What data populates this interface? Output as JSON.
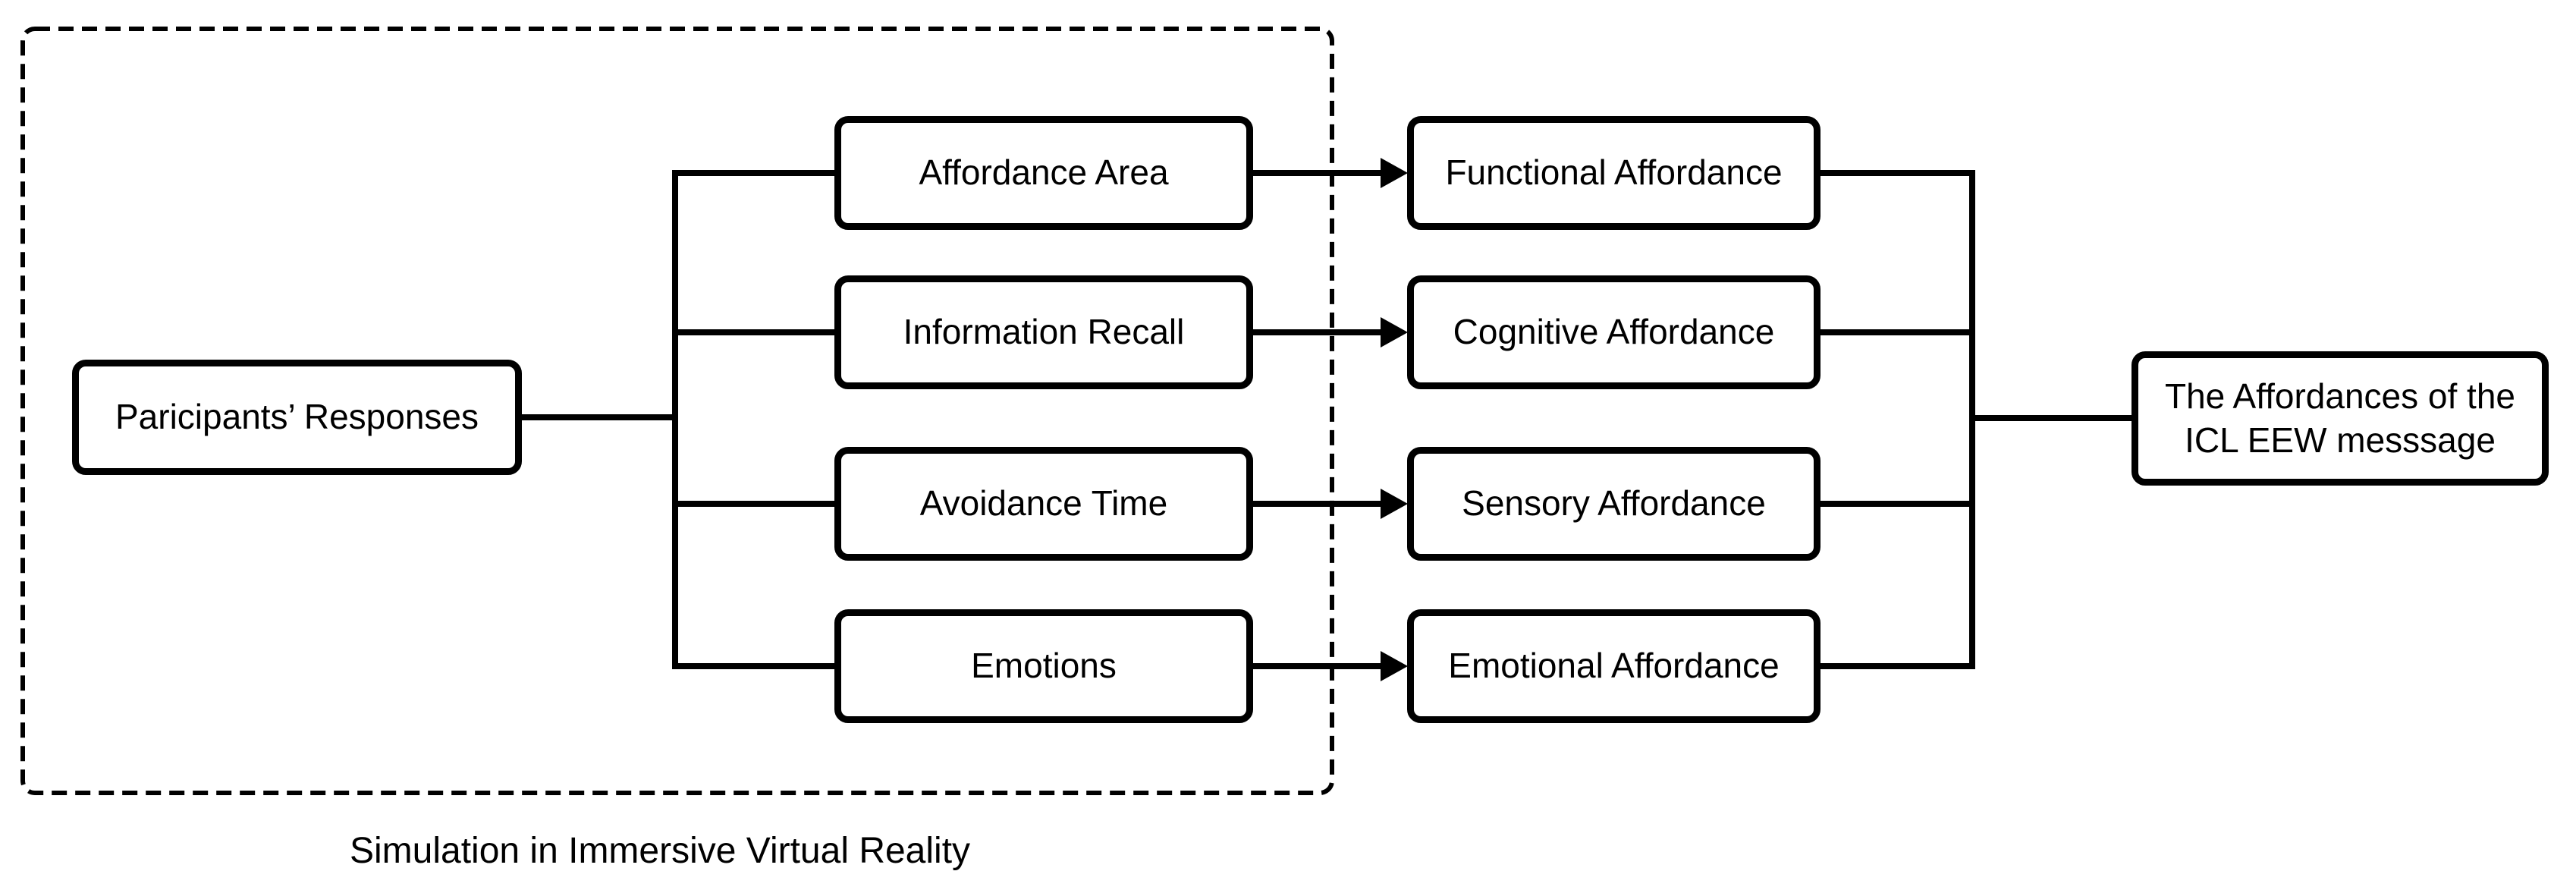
{
  "diagram": {
    "colors": {
      "background": "#ffffff",
      "line": "#000000",
      "text": "#000000"
    },
    "source_box": {
      "label": "Paricipants’ Responses"
    },
    "vr_measures": [
      {
        "label": "Affordance Area"
      },
      {
        "label": "Information Recall"
      },
      {
        "label": "Avoidance Time"
      },
      {
        "label": "Emotions"
      }
    ],
    "affordances": [
      {
        "label": "Functional Affordance"
      },
      {
        "label": "Cognitive Affordance"
      },
      {
        "label": "Sensory Affordance"
      },
      {
        "label": "Emotional Affordance"
      }
    ],
    "outcome_box": {
      "lines": [
        "The Affordances of the",
        "ICL EEW messsage"
      ]
    },
    "group_caption": "Simulation in Immersive Virtual Reality"
  }
}
